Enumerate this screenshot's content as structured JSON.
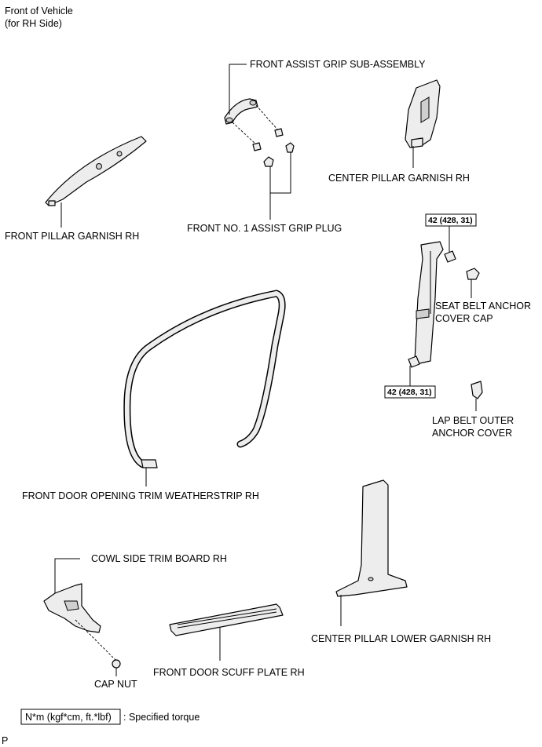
{
  "header": {
    "line1": "Front of Vehicle",
    "line2": "(for RH Side)"
  },
  "labels": {
    "front_assist_grip": "FRONT ASSIST GRIP SUB-ASSEMBLY",
    "center_pillar_garnish": "CENTER PILLAR GARNISH RH",
    "front_pillar_garnish": "FRONT PILLAR GARNISH RH",
    "assist_grip_plug": "FRONT  NO. 1 ASSIST GRIP PLUG",
    "seat_belt_cap_line1": "SEAT BELT ANCHOR",
    "seat_belt_cap_line2": "COVER CAP",
    "lap_belt_line1": "LAP BELT OUTER",
    "lap_belt_line2": "ANCHOR COVER",
    "weatherstrip": "FRONT DOOR OPENING TRIM WEATHERSTRIP RH",
    "cowl_side": "COWL SIDE TRIM BOARD RH",
    "center_pillar_lower": "CENTER PILLAR LOWER GARNISH RH",
    "cap_nut": "CAP NUT",
    "scuff_plate": "FRONT DOOR SCUFF PLATE RH"
  },
  "torque": {
    "upper": "42 (428, 31)",
    "lower": "42 (428, 31)"
  },
  "legend": {
    "box_text": "N*m (kgf*cm, ft.*lbf)",
    "description": ": Specified torque"
  },
  "footer": {
    "code": "P"
  }
}
